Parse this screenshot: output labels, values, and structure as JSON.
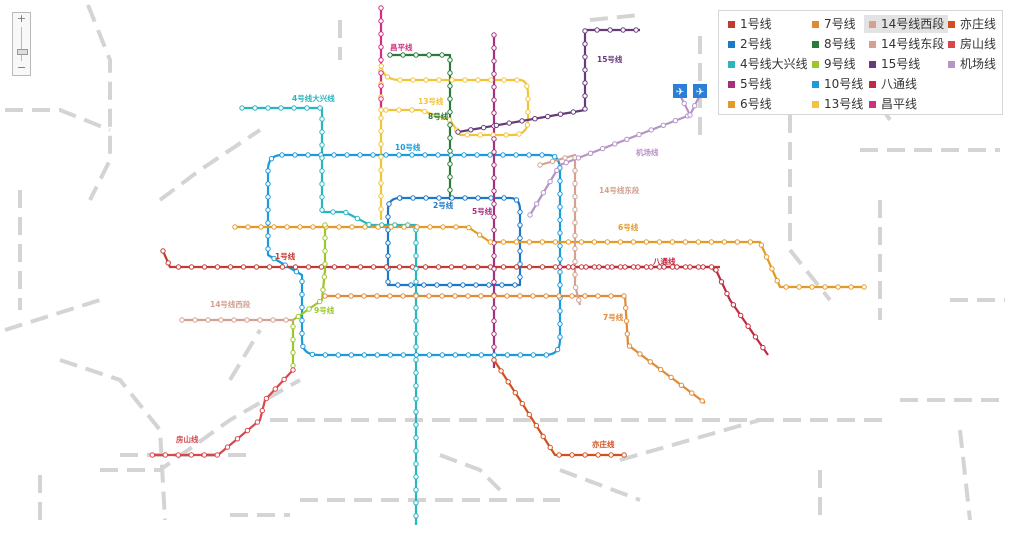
{
  "map": {
    "zoom_in_label": "+",
    "zoom_out_label": "−",
    "legend": [
      {
        "label": "1号线",
        "color": "#c23a30"
      },
      {
        "label": "7号线",
        "color": "#e08a37"
      },
      {
        "label": "14号线西段",
        "color": "#d2a191",
        "selected": true
      },
      {
        "label": "亦庄线",
        "color": "#d2501f"
      },
      {
        "label": "2号线",
        "color": "#1e78c8"
      },
      {
        "label": "8号线",
        "color": "#2a7a3c"
      },
      {
        "label": "14号线东段",
        "color": "#d2a191"
      },
      {
        "label": "房山线",
        "color": "#d9474b"
      },
      {
        "label": "4号线大兴线",
        "color": "#29b6bf"
      },
      {
        "label": "9号线",
        "color": "#9cc72a"
      },
      {
        "label": "15号线",
        "color": "#673a7a"
      },
      {
        "label": "机场线",
        "color": "#b594c6"
      },
      {
        "label": "5号线",
        "color": "#a5307b"
      },
      {
        "label": "10号线",
        "color": "#1b9bd9"
      },
      {
        "label": "八通线",
        "color": "#c22a40"
      },
      {
        "label": "",
        "color": ""
      },
      {
        "label": "6号线",
        "color": "#e39b26"
      },
      {
        "label": "13号线",
        "color": "#f2c43a"
      },
      {
        "label": "昌平线",
        "color": "#d0307f"
      }
    ],
    "line_labels": {
      "changping": "昌平线",
      "line15": "15号线",
      "daxing": "4号线大兴线",
      "line13": "13号线",
      "line8": "8号线",
      "line10": "10号线",
      "airport": "机场线",
      "line14e": "14号线东段",
      "line2": "2号线",
      "line5": "5号线",
      "line6": "6号线",
      "line1": "1号线",
      "batong": "八通线",
      "line14w": "14号线西段",
      "line9": "9号线",
      "line7": "7号线",
      "fangshan": "房山线",
      "yizhuang": "亦庄线"
    }
  }
}
